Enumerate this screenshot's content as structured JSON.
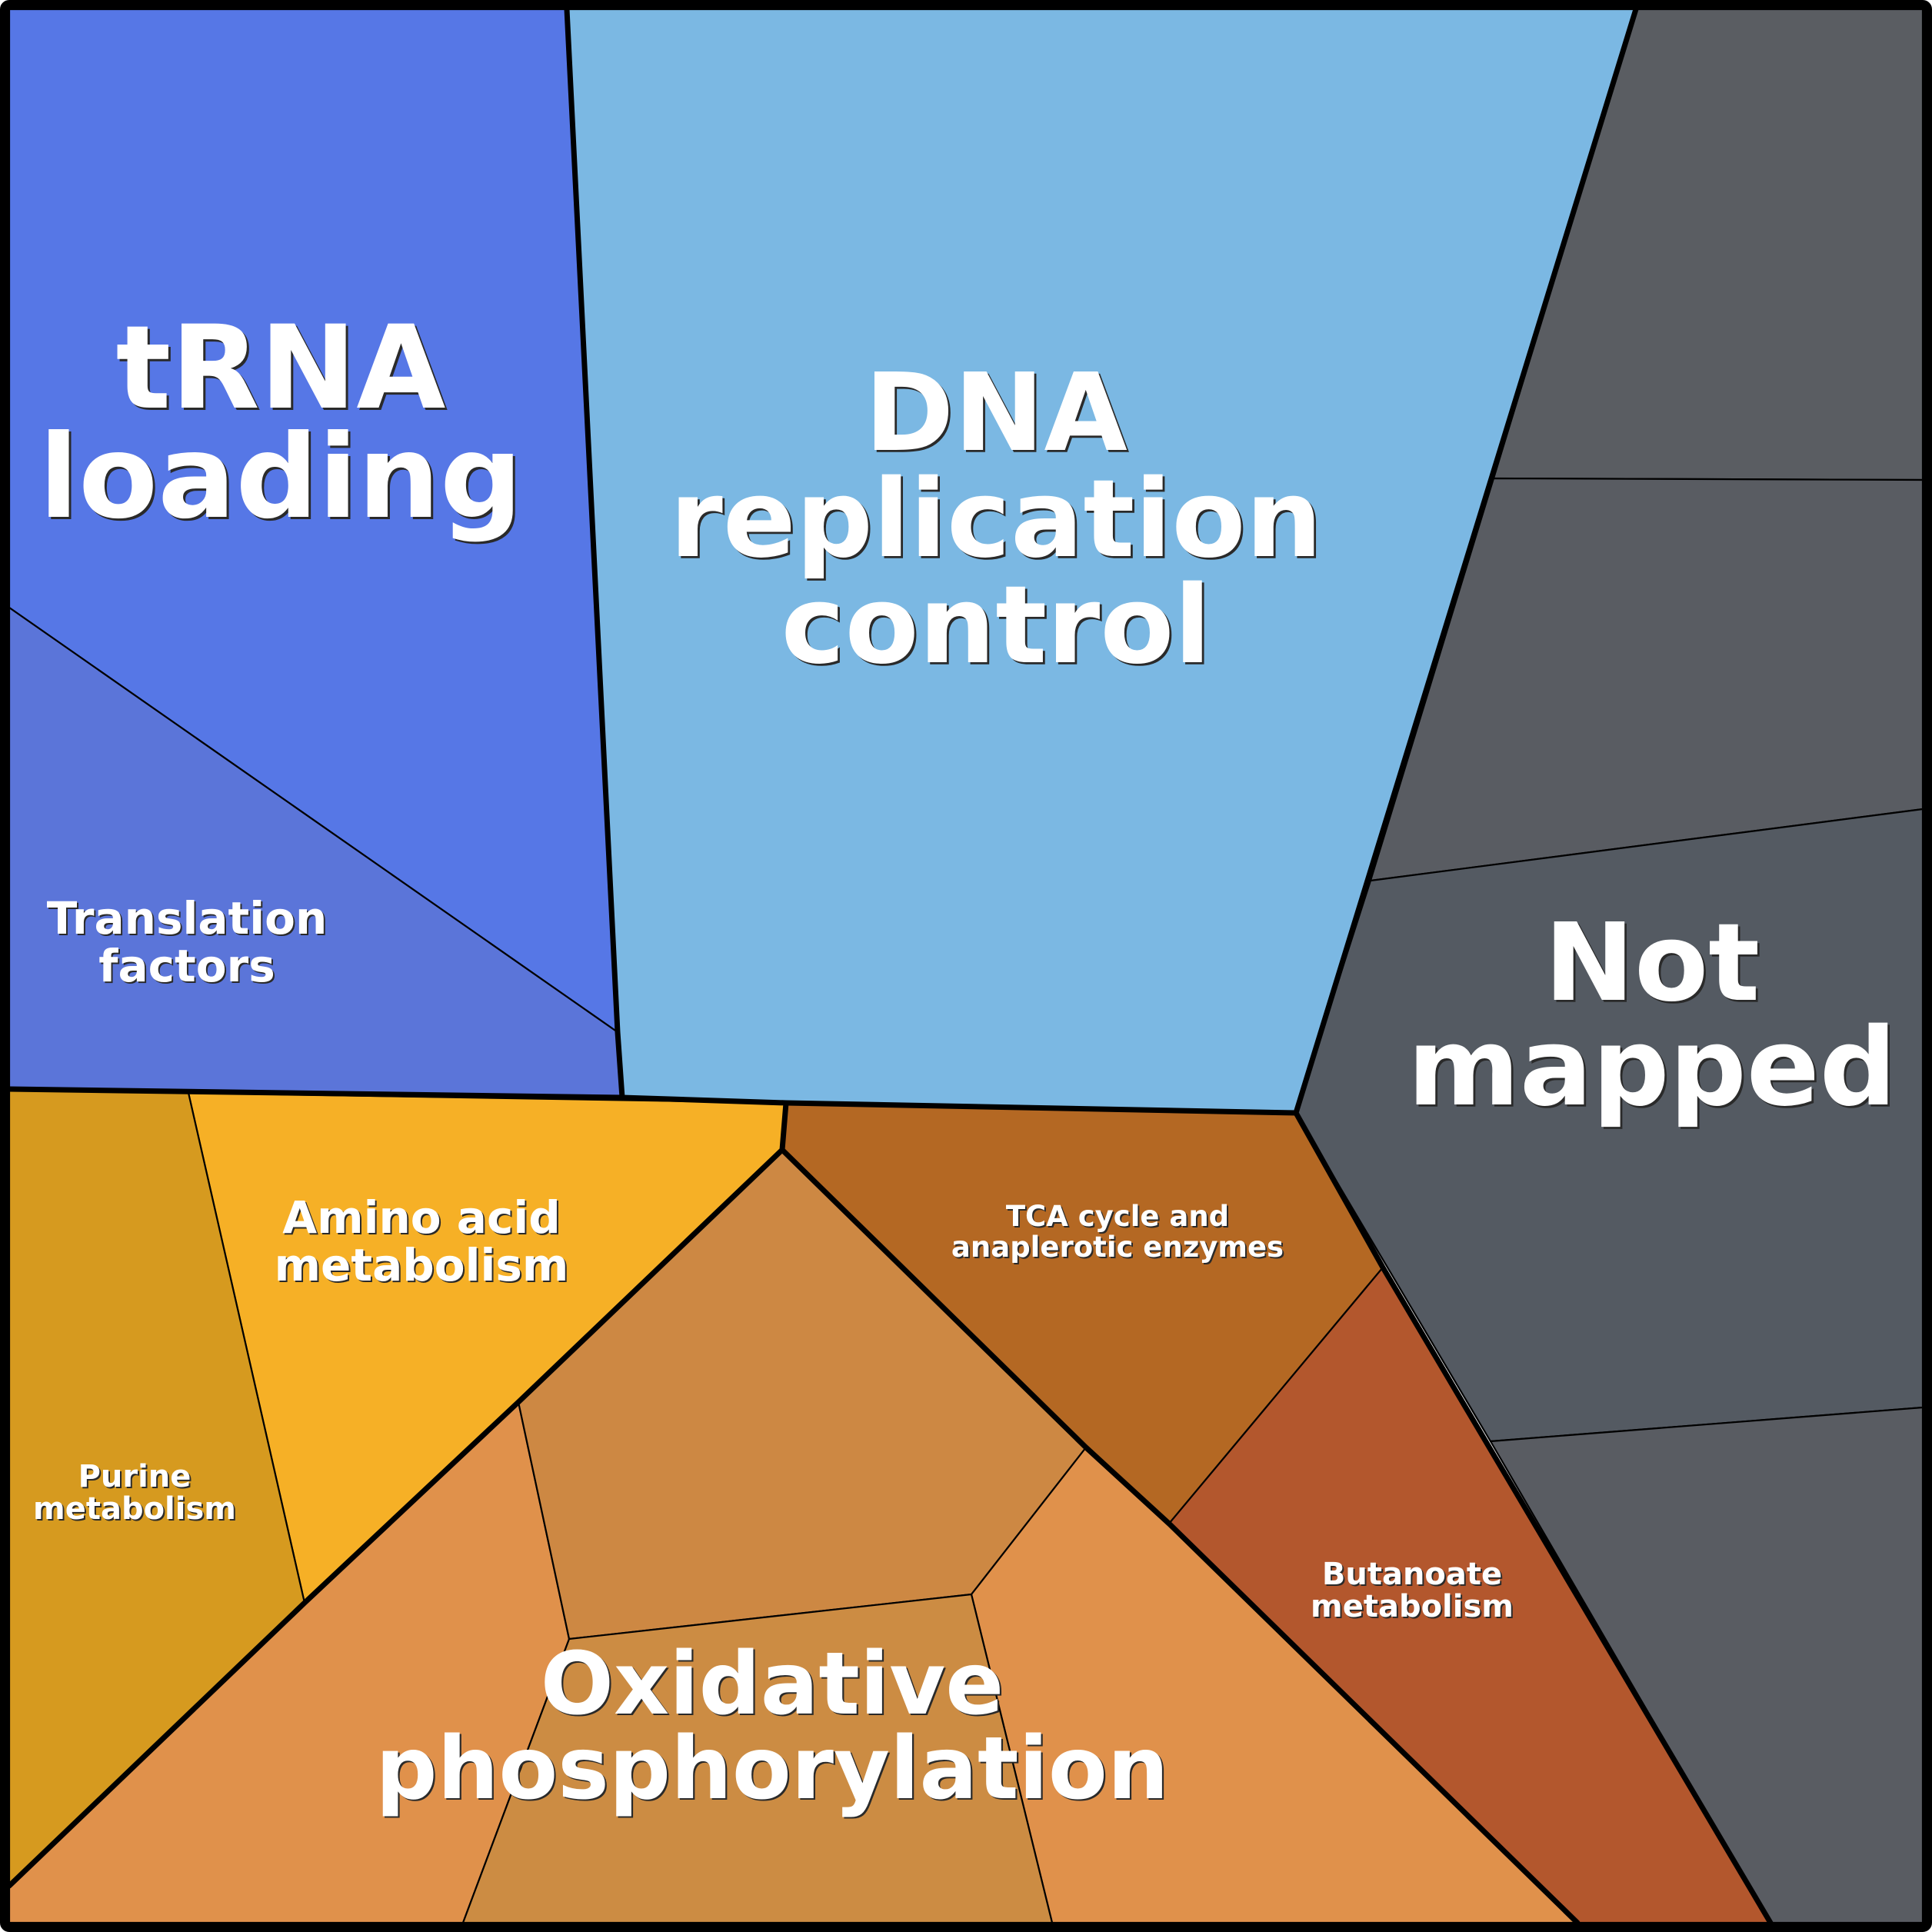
{
  "title": "Voronoi treemap of functional categories",
  "colors": {
    "border": "#000000",
    "label_text": "#ffffff",
    "label_shadow": "#2a2a2a"
  },
  "groups": [
    {
      "id": "trna-loading",
      "label": [
        "tRNA",
        "loading"
      ],
      "cells": [
        {
          "id": "trna-loading-cell",
          "color": "#5677e6"
        },
        {
          "id": "translation-factors-cell",
          "color": "#5b75d9",
          "label": [
            "Translation",
            "factors"
          ]
        }
      ]
    },
    {
      "id": "dna-replication-control",
      "label": [
        "DNA",
        "replication",
        "control"
      ],
      "cells": [
        {
          "id": "dna-replication-cell",
          "color": "#7bb8e3"
        }
      ]
    },
    {
      "id": "not-mapped",
      "label": [
        "Not",
        "mapped"
      ],
      "cells": [
        {
          "id": "not-mapped-cell-1",
          "color": "#5a5d62"
        },
        {
          "id": "not-mapped-cell-2",
          "color": "#595c62"
        },
        {
          "id": "not-mapped-cell-3",
          "color": "#545a62"
        },
        {
          "id": "not-mapped-cell-4",
          "color": "#595c62"
        }
      ]
    },
    {
      "id": "amino-acid-metabolism",
      "label": [
        "Amino acid",
        "metabolism"
      ],
      "cells": [
        {
          "id": "amino-acid-cell",
          "color": "#f6b026"
        },
        {
          "id": "purine-cell",
          "color": "#d69a1f",
          "label": [
            "Purine",
            "metabolism"
          ]
        }
      ]
    },
    {
      "id": "tca-cycle",
      "label": [
        "TCA cycle and",
        "anaplerotic enzymes"
      ],
      "cells": [
        {
          "id": "tca-cell",
          "color": "#b46823"
        },
        {
          "id": "butanoate-cell",
          "color": "#b3572d",
          "label": [
            "Butanoate",
            "metabolism"
          ]
        }
      ]
    },
    {
      "id": "oxidative-phosphorylation",
      "label": [
        "Oxidative",
        "phosphorylation"
      ],
      "cells": [
        {
          "id": "oxphos-cell-left",
          "color": "#e0914b"
        },
        {
          "id": "oxphos-cell-center",
          "color": "#cd8843"
        },
        {
          "id": "oxphos-cell-right",
          "color": "#e0914b"
        },
        {
          "id": "oxphos-cell-bottom",
          "color": "#cc8c43"
        }
      ]
    }
  ]
}
